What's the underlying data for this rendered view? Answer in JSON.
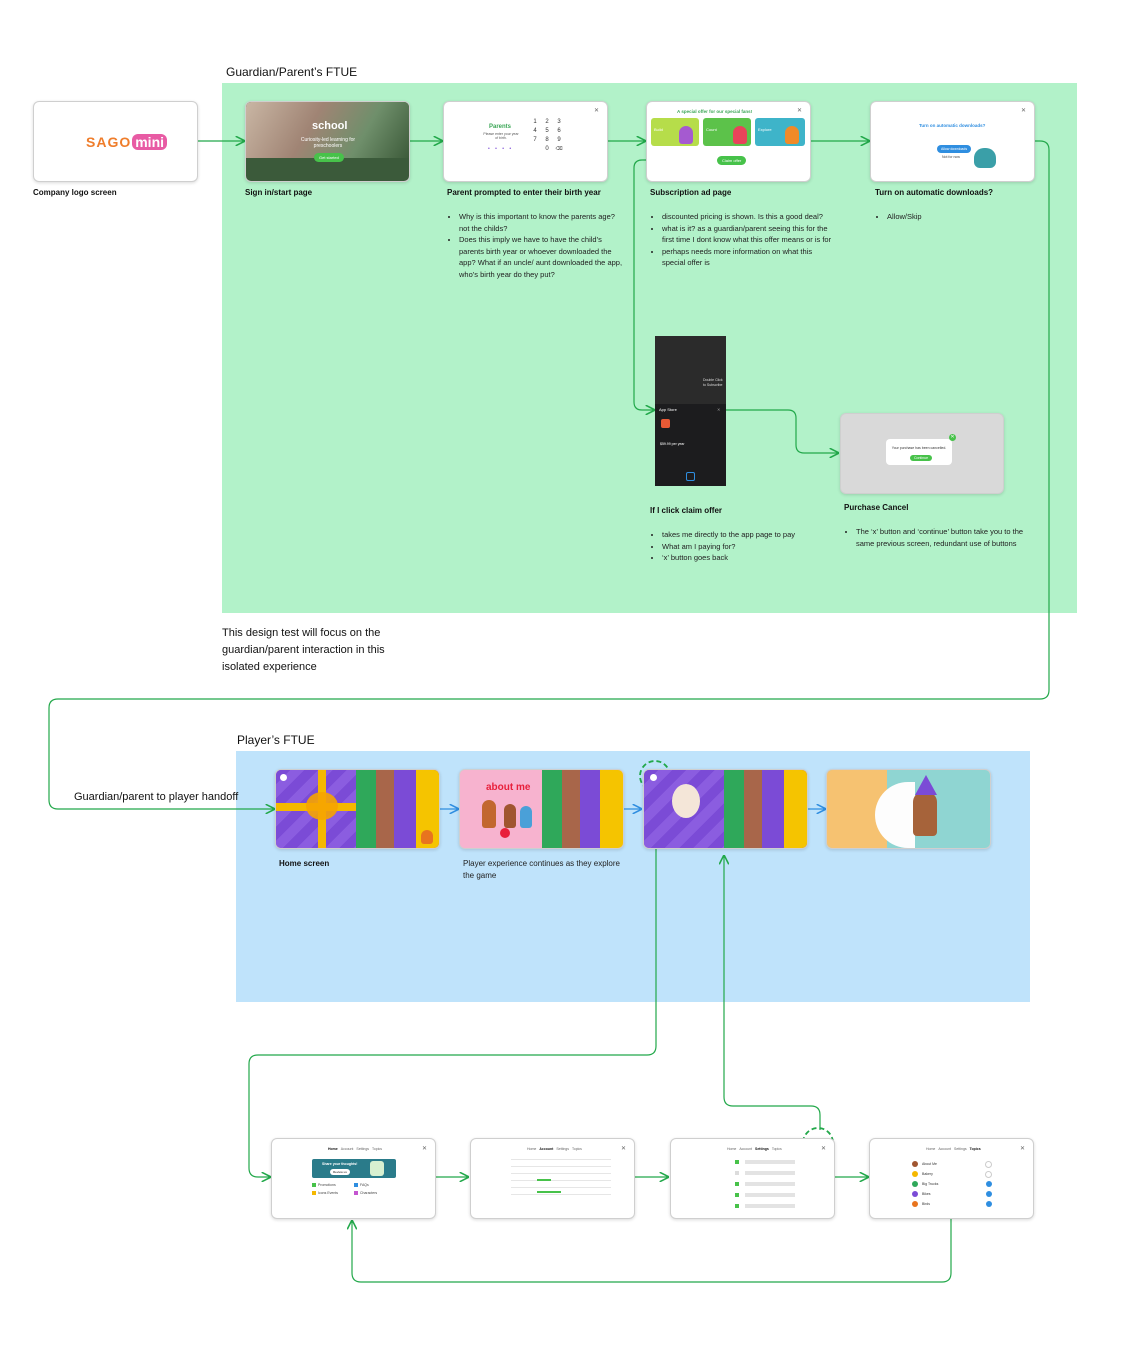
{
  "sections": {
    "guardian_title": "Guardian/Parent’s FTUE",
    "player_title": "Player’s FTUE"
  },
  "logo": {
    "part1": "SAGO",
    "part2": "mini"
  },
  "screens": {
    "company_logo": {
      "caption": "Company logo screen"
    },
    "signin": {
      "caption": "Sign in/start page",
      "title": "school",
      "subtitle": "Curiosity-led learning for preschoolers",
      "button": "Get started"
    },
    "birth_year": {
      "caption": "Parent prompted to enter their birth year",
      "heading": "Parents",
      "prompt": "Please enter your year of birth.",
      "keys": [
        "1",
        "2",
        "3",
        "4",
        "5",
        "6",
        "7",
        "8",
        "9",
        "0"
      ],
      "notes": [
        "Why is this important to know the parents age? not the childs?",
        "Does this imply we have to have the child’s parents birth year or whoever downloaded the app? What if an uncle/ aunt downloaded the app, who’s birth year do they put?"
      ]
    },
    "subscription": {
      "caption": "Subscription ad page",
      "heading": "A special offer for our special fans!",
      "cards": [
        "Build",
        "Count",
        "Explore"
      ],
      "button": "Claim offer",
      "notes": [
        "discounted pricing is shown. Is this a good deal?",
        "what is it? as a guardian/parent seeing this for the first time I dont know what this offer means or is for",
        "perhaps needs more information on what this special offer is"
      ]
    },
    "auto_downloads": {
      "caption": "Turn on automatic downloads?",
      "heading": "Turn on automatic downloads?",
      "allow": "Allow downloads",
      "skip": "Not for now",
      "notes": [
        "Allow/Skip"
      ]
    },
    "claim_offer": {
      "caption": "If I click claim offer",
      "store_label": "App Store",
      "side_text": "Double Click to Subscribe",
      "price": "$59.99 per year",
      "notes": [
        "takes me directly to the app page to pay",
        "What am I paying for?",
        "‘x’ button goes back"
      ]
    },
    "purchase_cancel": {
      "caption": "Purchase Cancel",
      "message": "Your purchase has been cancelled.",
      "button": "Continue",
      "notes": [
        "The ‘x’ button and ‘continue’ button take you to the same previous screen, redundant use of buttons"
      ]
    },
    "home": {
      "caption": "Home screen"
    },
    "about_me": {
      "title": "about me"
    },
    "player_note": "Player experience continues as they explore the game"
  },
  "focus_text": "This design test will focus on the guardian/parent interaction in this isolated experience",
  "handoff_text": "Guardian/parent to player handoff",
  "settings_tabs": [
    "Home",
    "Account",
    "Settings",
    "Topics"
  ],
  "settings_home": {
    "banner": "Share your thoughts!",
    "banner_button": "Review us",
    "items": [
      "Promotions",
      "FAQs",
      "Icons Events",
      "Characters"
    ]
  },
  "settings_topics": {
    "items": [
      "About Me",
      "Bakery",
      "Big Trucks",
      "Bikes",
      "Birds"
    ]
  },
  "colors": {
    "green_zone": "#b2f2c9",
    "blue_zone": "#bfe3fb",
    "flow_green": "#22a84a",
    "flow_blue": "#2f8ee0",
    "purple": "#7b4bd6",
    "yellow": "#f5c400"
  }
}
